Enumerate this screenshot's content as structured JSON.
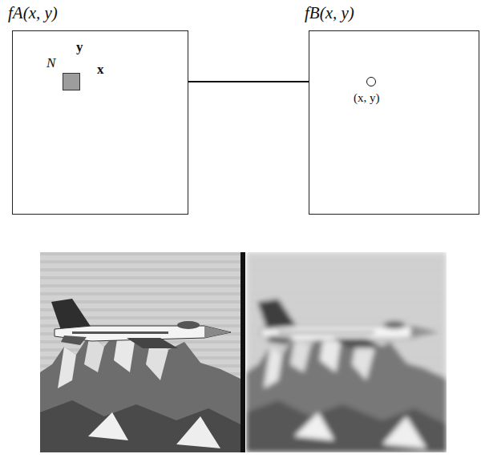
{
  "diagram": {
    "nodes": [
      {
        "text": [
          "fA(x, y)"
        ]
      },
      {
        "text": [
          "N"
        ],
        "in": 0
      },
      {
        "text": [
          "fB(x, y)"
        ]
      },
      {
        "text": [
          "(x, y)"
        ],
        "in": 2
      }
    ],
    "edges": [
      {
        "from": 1,
        "to": 3,
        "arrow": "to"
      }
    ],
    "labels": [
      "y",
      "x"
    ]
  }
}
